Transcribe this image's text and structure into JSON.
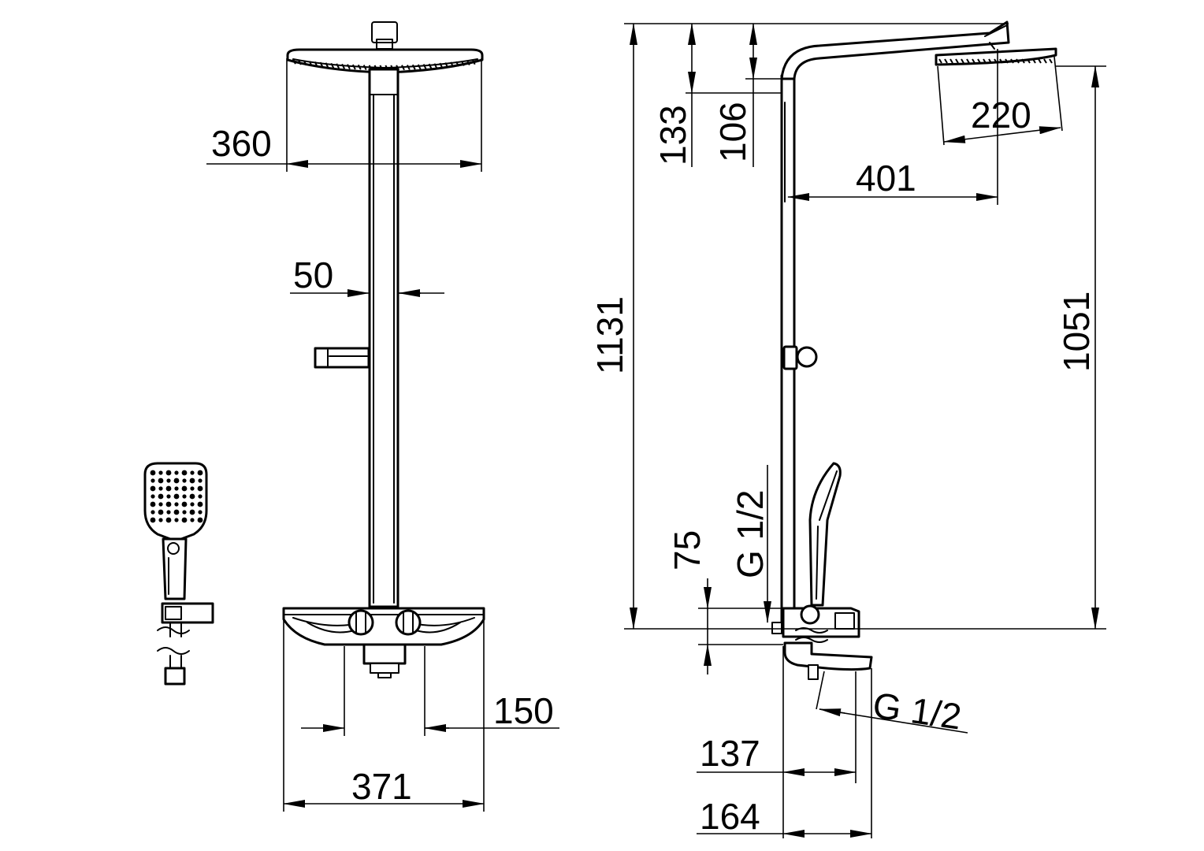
{
  "dimensions": {
    "head_width_front": "360",
    "pipe_width": "50",
    "cold_spacing": "150",
    "base_width": "371",
    "top_133": "133",
    "top_106": "106",
    "total_height": "1131",
    "head_width_side": "220",
    "arm_projection": "401",
    "overall_1051": "1051",
    "offset_75": "75",
    "inlet_thread": "G 1/2",
    "spout_thread": "G 1/2",
    "spout_137": "137",
    "spout_164": "164"
  },
  "colors": {
    "line": "#000000",
    "background": "#ffffff"
  }
}
